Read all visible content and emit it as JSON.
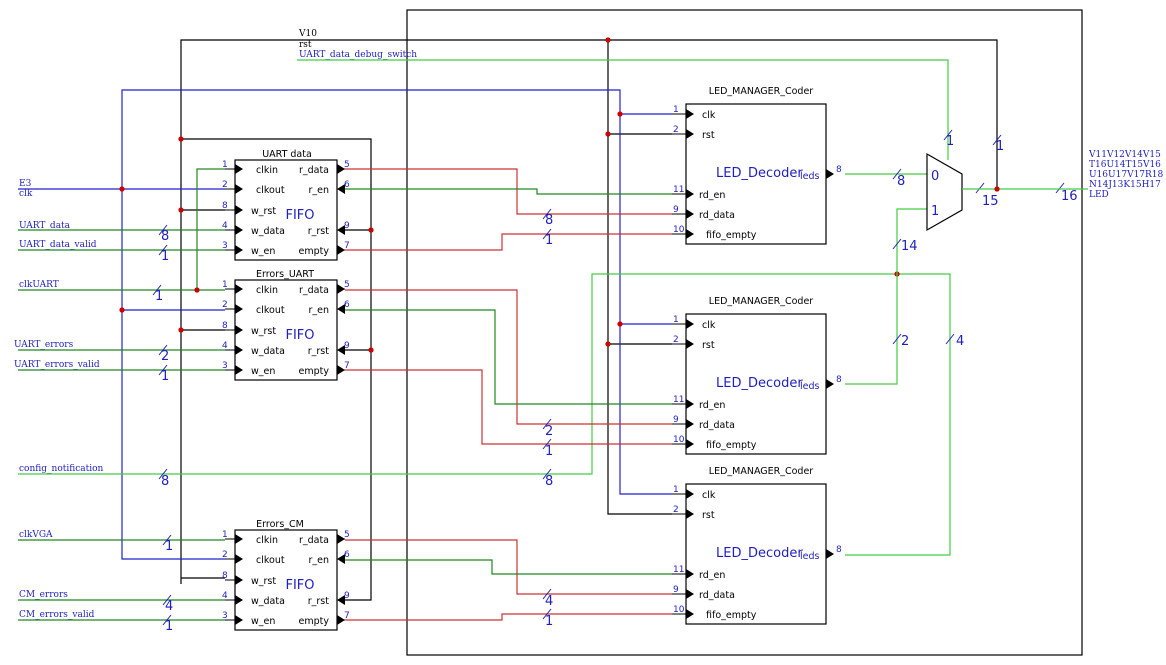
{
  "top_signals": {
    "v10": "V10",
    "rst": "rst",
    "debug_switch": "UART_data_debug_switch"
  },
  "inputs": {
    "e3": "E3",
    "clk": "clk",
    "uart_data": "UART_data",
    "uart_data_valid": "UART_data_valid",
    "clk_uart": "clkUART",
    "uart_errors": "UART_errors",
    "uart_errors_valid": "UART_errors_valid",
    "config_notification": "config_notification",
    "clk_vga": "clkVGA",
    "cm_errors": "CM_errors",
    "cm_errors_valid": "CM_errors_valid"
  },
  "output": {
    "pins_line1": "V11V12V14V15",
    "pins_line2": "T16U14T15V16",
    "pins_line3": "U16U17V17R18",
    "pins_line4": "N14J13K15H17",
    "name": "LED"
  },
  "fifos": [
    {
      "title": "UART data",
      "label": "FIFO"
    },
    {
      "title": "Errors_UART",
      "label": "FIFO"
    },
    {
      "title": "Errors_CM",
      "label": "FIFO"
    }
  ],
  "fifo_pins": {
    "clkin": "clkin",
    "clkout": "clkout",
    "w_rst": "w_rst",
    "w_data": "w_data",
    "w_en": "w_en",
    "r_data": "r_data",
    "r_en": "r_en",
    "r_rst": "r_rst",
    "empty": "empty",
    "n1": "1",
    "n2": "2",
    "n8": "8",
    "n4": "4",
    "n3": "3",
    "n5": "5",
    "n6": "6",
    "n9": "9",
    "n7": "7"
  },
  "decoders": [
    {
      "title": "LED_MANAGER_Coder",
      "label": "LED_Decoder",
      "out": "leds"
    },
    {
      "title": "LED_MANAGER_Coder",
      "label": "LED_Decoder",
      "out": "leds"
    },
    {
      "title": "LED_MANAGER_Coder",
      "label": "LED_Decoder",
      "out": "leds"
    }
  ],
  "decoder_pins": {
    "clk": "clk",
    "rst": "rst",
    "rd_en": "rd_en",
    "rd_data": "rd_data",
    "fifo_empty": "fifo_empty",
    "n1": "1",
    "n2": "2",
    "n11": "11",
    "n9": "9",
    "n10": "10",
    "n8": "8"
  },
  "mux": {
    "in0": "0",
    "in1": "1"
  },
  "bus_widths": {
    "w1": "1",
    "w2": "2",
    "w4": "4",
    "w8": "8",
    "w14": "14",
    "w15": "15",
    "w16": "16"
  },
  "colors": {
    "clock": "#2222cc",
    "control": "#000000",
    "read": "#cc3333",
    "enable": "#228822",
    "data": "#44cc44",
    "label": "#1f1fbf",
    "junction": "#cc0000"
  }
}
